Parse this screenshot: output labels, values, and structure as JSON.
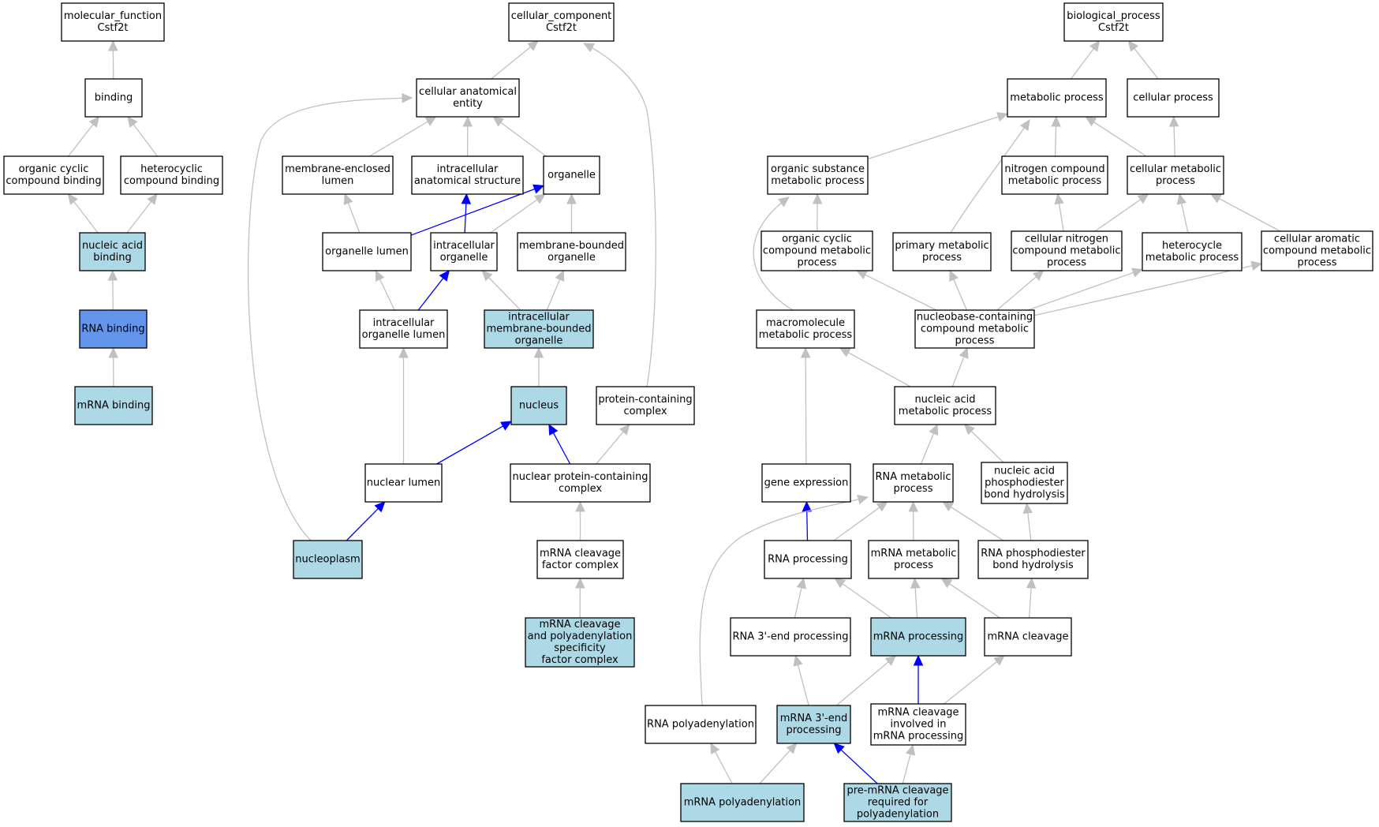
{
  "colors": {
    "plain": "#ffffff",
    "annotated": "#add8e6",
    "selected": "#6495ed",
    "is_a_edge": "#c0c0c0",
    "part_of_edge": "#0000ff"
  },
  "nodes": [
    {
      "id": "mf_root",
      "lines": [
        "molecular_function",
        "Cstf2t"
      ],
      "style": "plain"
    },
    {
      "id": "binding",
      "lines": [
        "binding"
      ],
      "style": "plain"
    },
    {
      "id": "org_cyclic_binding",
      "lines": [
        "organic cyclic",
        "compound binding"
      ],
      "style": "plain"
    },
    {
      "id": "hetero_binding",
      "lines": [
        "heterocyclic",
        "compound binding"
      ],
      "style": "plain"
    },
    {
      "id": "na_binding",
      "lines": [
        "nucleic acid",
        "binding"
      ],
      "style": "annotated"
    },
    {
      "id": "rna_binding",
      "lines": [
        "RNA binding"
      ],
      "style": "selected"
    },
    {
      "id": "mrna_binding",
      "lines": [
        "mRNA binding"
      ],
      "style": "annotated"
    },
    {
      "id": "cc_root",
      "lines": [
        "cellular_component",
        "Cstf2t"
      ],
      "style": "plain"
    },
    {
      "id": "cae",
      "lines": [
        "cellular anatomical",
        "entity"
      ],
      "style": "plain"
    },
    {
      "id": "mem_enclosed_lumen",
      "lines": [
        "membrane-enclosed",
        "lumen"
      ],
      "style": "plain"
    },
    {
      "id": "ias",
      "lines": [
        "intracellular",
        "anatomical structure"
      ],
      "style": "plain"
    },
    {
      "id": "organelle",
      "lines": [
        "organelle"
      ],
      "style": "plain"
    },
    {
      "id": "organelle_lumen",
      "lines": [
        "organelle lumen"
      ],
      "style": "plain"
    },
    {
      "id": "ic_organelle",
      "lines": [
        "intracellular",
        "organelle"
      ],
      "style": "plain"
    },
    {
      "id": "mb_organelle",
      "lines": [
        "membrane-bounded",
        "organelle"
      ],
      "style": "plain"
    },
    {
      "id": "ic_organelle_lumen",
      "lines": [
        "intracellular",
        "organelle lumen"
      ],
      "style": "plain"
    },
    {
      "id": "ic_mb_organelle",
      "lines": [
        "intracellular",
        "membrane-bounded",
        "organelle"
      ],
      "style": "annotated"
    },
    {
      "id": "nucleus",
      "lines": [
        "nucleus"
      ],
      "style": "annotated"
    },
    {
      "id": "pcc",
      "lines": [
        "protein-containing",
        "complex"
      ],
      "style": "plain"
    },
    {
      "id": "nuclear_lumen",
      "lines": [
        "nuclear lumen"
      ],
      "style": "plain"
    },
    {
      "id": "nuc_pcc",
      "lines": [
        "nuclear protein-containing",
        "complex"
      ],
      "style": "plain"
    },
    {
      "id": "nucleoplasm",
      "lines": [
        "nucleoplasm"
      ],
      "style": "annotated"
    },
    {
      "id": "mrna_cleav_factor",
      "lines": [
        "mRNA cleavage",
        "factor complex"
      ],
      "style": "plain"
    },
    {
      "id": "cpsf",
      "lines": [
        "mRNA cleavage",
        "and polyadenylation",
        "specificity",
        "factor complex"
      ],
      "style": "annotated"
    },
    {
      "id": "bp_root",
      "lines": [
        "biological_process",
        "Cstf2t"
      ],
      "style": "plain"
    },
    {
      "id": "metabolic",
      "lines": [
        "metabolic process"
      ],
      "style": "plain"
    },
    {
      "id": "cellular_proc",
      "lines": [
        "cellular process"
      ],
      "style": "plain"
    },
    {
      "id": "org_sub_met",
      "lines": [
        "organic substance",
        "metabolic process"
      ],
      "style": "plain"
    },
    {
      "id": "nitrogen_met",
      "lines": [
        "nitrogen compound",
        "metabolic process"
      ],
      "style": "plain"
    },
    {
      "id": "cell_met",
      "lines": [
        "cellular metabolic",
        "process"
      ],
      "style": "plain"
    },
    {
      "id": "org_cyclic_met",
      "lines": [
        "organic cyclic",
        "compound metabolic",
        "process"
      ],
      "style": "plain"
    },
    {
      "id": "primary_met",
      "lines": [
        "primary metabolic",
        "process"
      ],
      "style": "plain"
    },
    {
      "id": "cell_nitrogen_met",
      "lines": [
        "cellular nitrogen",
        "compound metabolic",
        "process"
      ],
      "style": "plain"
    },
    {
      "id": "heterocycle_met",
      "lines": [
        "heterocycle",
        "metabolic process"
      ],
      "style": "plain"
    },
    {
      "id": "cell_arom_met",
      "lines": [
        "cellular aromatic",
        "compound metabolic",
        "process"
      ],
      "style": "plain"
    },
    {
      "id": "macromol_met",
      "lines": [
        "macromolecule",
        "metabolic process"
      ],
      "style": "plain"
    },
    {
      "id": "nucleobase_met",
      "lines": [
        "nucleobase-containing",
        "compound metabolic",
        "process"
      ],
      "style": "plain"
    },
    {
      "id": "na_met",
      "lines": [
        "nucleic acid",
        "metabolic process"
      ],
      "style": "plain"
    },
    {
      "id": "gene_expr",
      "lines": [
        "gene expression"
      ],
      "style": "plain"
    },
    {
      "id": "rna_met",
      "lines": [
        "RNA metabolic",
        "process"
      ],
      "style": "plain"
    },
    {
      "id": "na_phospho",
      "lines": [
        "nucleic acid",
        "phosphodiester",
        "bond hydrolysis"
      ],
      "style": "plain"
    },
    {
      "id": "rna_processing",
      "lines": [
        "RNA processing"
      ],
      "style": "plain"
    },
    {
      "id": "mrna_met",
      "lines": [
        "mRNA metabolic",
        "process"
      ],
      "style": "plain"
    },
    {
      "id": "rna_phospho",
      "lines": [
        "RNA phosphodiester",
        "bond hydrolysis"
      ],
      "style": "plain"
    },
    {
      "id": "rna_3end",
      "lines": [
        "RNA 3'-end processing"
      ],
      "style": "plain"
    },
    {
      "id": "mrna_processing",
      "lines": [
        "mRNA processing"
      ],
      "style": "annotated"
    },
    {
      "id": "mrna_cleavage",
      "lines": [
        "mRNA cleavage"
      ],
      "style": "plain"
    },
    {
      "id": "rna_polyA",
      "lines": [
        "RNA polyadenylation"
      ],
      "style": "plain"
    },
    {
      "id": "mrna_3end",
      "lines": [
        "mRNA 3'-end",
        "processing"
      ],
      "style": "annotated"
    },
    {
      "id": "mrna_cleav_involved",
      "lines": [
        "mRNA cleavage",
        "involved in",
        "mRNA processing"
      ],
      "style": "plain"
    },
    {
      "id": "mrna_polyA",
      "lines": [
        "mRNA polyadenylation"
      ],
      "style": "annotated"
    },
    {
      "id": "pre_mrna_cleavage",
      "lines": [
        "pre-mRNA cleavage",
        "required for",
        "polyadenylation"
      ],
      "style": "annotated"
    }
  ],
  "edges": [
    {
      "from": "binding",
      "to": "mf_root",
      "type": "is_a"
    },
    {
      "from": "org_cyclic_binding",
      "to": "binding",
      "type": "is_a"
    },
    {
      "from": "hetero_binding",
      "to": "binding",
      "type": "is_a"
    },
    {
      "from": "na_binding",
      "to": "org_cyclic_binding",
      "type": "is_a"
    },
    {
      "from": "na_binding",
      "to": "hetero_binding",
      "type": "is_a"
    },
    {
      "from": "rna_binding",
      "to": "na_binding",
      "type": "is_a"
    },
    {
      "from": "mrna_binding",
      "to": "rna_binding",
      "type": "is_a"
    },
    {
      "from": "cae",
      "to": "cc_root",
      "type": "is_a"
    },
    {
      "from": "pcc",
      "to": "cc_root",
      "type": "is_a"
    },
    {
      "from": "mem_enclosed_lumen",
      "to": "cae",
      "type": "is_a"
    },
    {
      "from": "ias",
      "to": "cae",
      "type": "is_a"
    },
    {
      "from": "organelle",
      "to": "cae",
      "type": "is_a"
    },
    {
      "from": "nucleoplasm",
      "to": "cae",
      "type": "is_a"
    },
    {
      "from": "organelle_lumen",
      "to": "mem_enclosed_lumen",
      "type": "is_a"
    },
    {
      "from": "organelle_lumen",
      "to": "organelle",
      "type": "part_of"
    },
    {
      "from": "ic_organelle",
      "to": "ias",
      "type": "part_of"
    },
    {
      "from": "ic_organelle",
      "to": "organelle",
      "type": "is_a"
    },
    {
      "from": "mb_organelle",
      "to": "organelle",
      "type": "is_a"
    },
    {
      "from": "ic_organelle_lumen",
      "to": "organelle_lumen",
      "type": "is_a"
    },
    {
      "from": "ic_organelle_lumen",
      "to": "ic_organelle",
      "type": "part_of"
    },
    {
      "from": "ic_mb_organelle",
      "to": "ic_organelle",
      "type": "is_a"
    },
    {
      "from": "ic_mb_organelle",
      "to": "mb_organelle",
      "type": "is_a"
    },
    {
      "from": "nucleus",
      "to": "ic_mb_organelle",
      "type": "is_a"
    },
    {
      "from": "nuclear_lumen",
      "to": "ic_organelle_lumen",
      "type": "is_a"
    },
    {
      "from": "nuclear_lumen",
      "to": "nucleus",
      "type": "part_of"
    },
    {
      "from": "nuc_pcc",
      "to": "pcc",
      "type": "is_a"
    },
    {
      "from": "nuc_pcc",
      "to": "nucleus",
      "type": "part_of"
    },
    {
      "from": "nucleoplasm",
      "to": "nuclear_lumen",
      "type": "part_of"
    },
    {
      "from": "mrna_cleav_factor",
      "to": "nuc_pcc",
      "type": "is_a"
    },
    {
      "from": "cpsf",
      "to": "mrna_cleav_factor",
      "type": "is_a"
    },
    {
      "from": "metabolic",
      "to": "bp_root",
      "type": "is_a"
    },
    {
      "from": "cellular_proc",
      "to": "bp_root",
      "type": "is_a"
    },
    {
      "from": "org_sub_met",
      "to": "metabolic",
      "type": "is_a"
    },
    {
      "from": "nitrogen_met",
      "to": "metabolic",
      "type": "is_a"
    },
    {
      "from": "cell_met",
      "to": "metabolic",
      "type": "is_a"
    },
    {
      "from": "primary_met",
      "to": "metabolic",
      "type": "is_a"
    },
    {
      "from": "cell_met",
      "to": "cellular_proc",
      "type": "is_a"
    },
    {
      "from": "org_cyclic_met",
      "to": "org_sub_met",
      "type": "is_a"
    },
    {
      "from": "macromol_met",
      "to": "org_sub_met",
      "type": "is_a"
    },
    {
      "from": "cell_nitrogen_met",
      "to": "nitrogen_met",
      "type": "is_a"
    },
    {
      "from": "cell_nitrogen_met",
      "to": "cell_met",
      "type": "is_a"
    },
    {
      "from": "heterocycle_met",
      "to": "cell_met",
      "type": "is_a"
    },
    {
      "from": "cell_arom_met",
      "to": "cell_met",
      "type": "is_a"
    },
    {
      "from": "nucleobase_met",
      "to": "org_cyclic_met",
      "type": "is_a"
    },
    {
      "from": "nucleobase_met",
      "to": "primary_met",
      "type": "is_a"
    },
    {
      "from": "nucleobase_met",
      "to": "cell_nitrogen_met",
      "type": "is_a"
    },
    {
      "from": "nucleobase_met",
      "to": "heterocycle_met",
      "type": "is_a"
    },
    {
      "from": "nucleobase_met",
      "to": "cell_arom_met",
      "type": "is_a"
    },
    {
      "from": "na_met",
      "to": "macromol_met",
      "type": "is_a"
    },
    {
      "from": "na_met",
      "to": "nucleobase_met",
      "type": "is_a"
    },
    {
      "from": "gene_expr",
      "to": "macromol_met",
      "type": "is_a"
    },
    {
      "from": "rna_met",
      "to": "na_met",
      "type": "is_a"
    },
    {
      "from": "na_phospho",
      "to": "na_met",
      "type": "is_a"
    },
    {
      "from": "rna_processing",
      "to": "gene_expr",
      "type": "part_of"
    },
    {
      "from": "rna_processing",
      "to": "rna_met",
      "type": "is_a"
    },
    {
      "from": "mrna_met",
      "to": "rna_met",
      "type": "is_a"
    },
    {
      "from": "rna_phospho",
      "to": "rna_met",
      "type": "is_a"
    },
    {
      "from": "rna_phospho",
      "to": "na_phospho",
      "type": "is_a"
    },
    {
      "from": "rna_polyA",
      "to": "rna_met",
      "type": "is_a"
    },
    {
      "from": "rna_3end",
      "to": "rna_processing",
      "type": "is_a"
    },
    {
      "from": "mrna_processing",
      "to": "rna_processing",
      "type": "is_a"
    },
    {
      "from": "mrna_processing",
      "to": "mrna_met",
      "type": "is_a"
    },
    {
      "from": "mrna_cleavage",
      "to": "mrna_met",
      "type": "is_a"
    },
    {
      "from": "mrna_cleavage",
      "to": "rna_phospho",
      "type": "is_a"
    },
    {
      "from": "mrna_3end",
      "to": "rna_3end",
      "type": "is_a"
    },
    {
      "from": "mrna_3end",
      "to": "mrna_processing",
      "type": "is_a"
    },
    {
      "from": "mrna_cleav_involved",
      "to": "mrna_processing",
      "type": "part_of"
    },
    {
      "from": "mrna_cleav_involved",
      "to": "mrna_cleavage",
      "type": "is_a"
    },
    {
      "from": "mrna_polyA",
      "to": "rna_polyA",
      "type": "is_a"
    },
    {
      "from": "mrna_polyA",
      "to": "mrna_3end",
      "type": "is_a"
    },
    {
      "from": "pre_mrna_cleavage",
      "to": "mrna_3end",
      "type": "part_of"
    },
    {
      "from": "pre_mrna_cleavage",
      "to": "mrna_cleav_involved",
      "type": "is_a"
    }
  ]
}
